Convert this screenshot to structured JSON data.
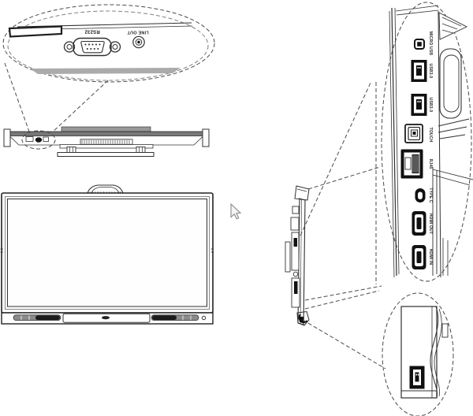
{
  "diagram": {
    "type": "technical-line-drawing",
    "subject": "interactive flat panel display port location diagram",
    "views": {
      "bottom_callout": {
        "name": "bottom connector magnified detail",
        "labels": {
          "rs232": "RS232",
          "line_out": "LINE OUT"
        }
      },
      "side_callout": {
        "name": "side port strip magnified detail",
        "ports": [
          {
            "label": "MICRO USB",
            "type": "micro-usb"
          },
          {
            "label": "USB3.0",
            "type": "usb-a"
          },
          {
            "label": "USB3.0",
            "type": "usb-a"
          },
          {
            "label": "TOUCH",
            "type": "usb-b"
          },
          {
            "label": "RJ45",
            "type": "ethernet"
          },
          {
            "label": "TYPE C",
            "type": "usb-c"
          },
          {
            "label": "HDMI OUT",
            "type": "hdmi"
          },
          {
            "label": "HDMI IN",
            "type": "hdmi"
          }
        ]
      },
      "bottom_corner_callout": {
        "name": "bottom corner usb magnified detail",
        "ports": [
          {
            "type": "usb-a"
          }
        ]
      }
    },
    "colors": {
      "line": "#2f2f2f",
      "dash": "#4a4a4a",
      "port_dark": "#111111",
      "shade_gray": "#ababab"
    }
  }
}
